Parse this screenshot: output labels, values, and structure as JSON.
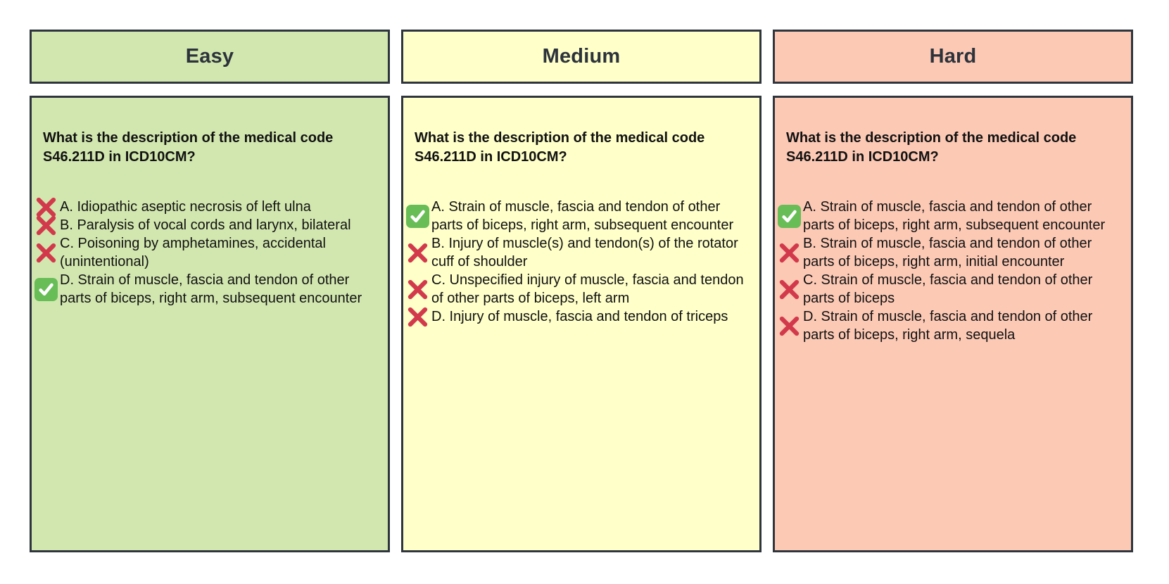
{
  "colors": {
    "border": "#2f353d",
    "header_text": "#2d333b",
    "body_text": "#111111",
    "easy_bg": "#d2e7af",
    "medium_bg": "#feffc9",
    "hard_bg": "#fcc9b5",
    "check_green": "#68bd57",
    "check_mark": "#ffffff",
    "cross_red": "#d23a4b"
  },
  "columns": [
    {
      "id": "easy",
      "header": "Easy",
      "bg": "#d2e7af",
      "question": "What is the description of the medical code S46.211D in ICD10CM?",
      "options": [
        {
          "text": "A. Idiopathic aseptic necrosis of left ulna",
          "correct": false
        },
        {
          "text": "B. Paralysis of vocal cords and larynx, bilateral",
          "correct": false
        },
        {
          "text": "C. Poisoning by amphetamines, accidental (unintentional)",
          "correct": false
        },
        {
          "text": "D. Strain of muscle, fascia and tendon of other parts of biceps, right arm, subsequent encounter",
          "correct": true
        }
      ]
    },
    {
      "id": "medium",
      "header": "Medium",
      "bg": "#feffc9",
      "question": "What is the description of the medical code S46.211D in ICD10CM?",
      "options": [
        {
          "text": "A. Strain of muscle, fascia and tendon of other parts of biceps, right arm, subsequent encounter",
          "correct": true
        },
        {
          "text": "B. Injury of muscle(s) and tendon(s) of the rotator cuff of shoulder",
          "correct": false
        },
        {
          "text": "C. Unspecified injury of muscle, fascia and tendon of other parts of biceps, left arm",
          "correct": false
        },
        {
          "text": "D. Injury of muscle, fascia and tendon of triceps",
          "correct": false
        }
      ]
    },
    {
      "id": "hard",
      "header": "Hard",
      "bg": "#fcc9b5",
      "question": "What is the description of the medical code S46.211D in ICD10CM?",
      "options": [
        {
          "text": "A. Strain of muscle, fascia and tendon of other parts of biceps, right arm, subsequent encounter",
          "correct": true
        },
        {
          "text": "B. Strain of muscle, fascia and tendon of other parts of biceps, right arm, initial encounter",
          "correct": false
        },
        {
          "text": "C. Strain of muscle, fascia and tendon of other parts of biceps",
          "correct": false
        },
        {
          "text": "D. Strain of muscle, fascia and tendon of other parts of biceps, right arm, sequela",
          "correct": false
        }
      ]
    }
  ]
}
